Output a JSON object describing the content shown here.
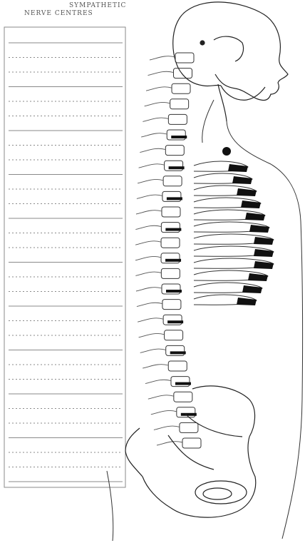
{
  "plate": {
    "header_line1": "SYMPATHETIC",
    "header_line2": "NERVE CENTRES",
    "colors": {
      "ink": "#111111",
      "faint_ink": "#8a8a8a",
      "paper": "#ffffff"
    },
    "icons": [
      "skull-outline",
      "spine-outline",
      "ribcage-outline",
      "pelvis-outline"
    ]
  }
}
